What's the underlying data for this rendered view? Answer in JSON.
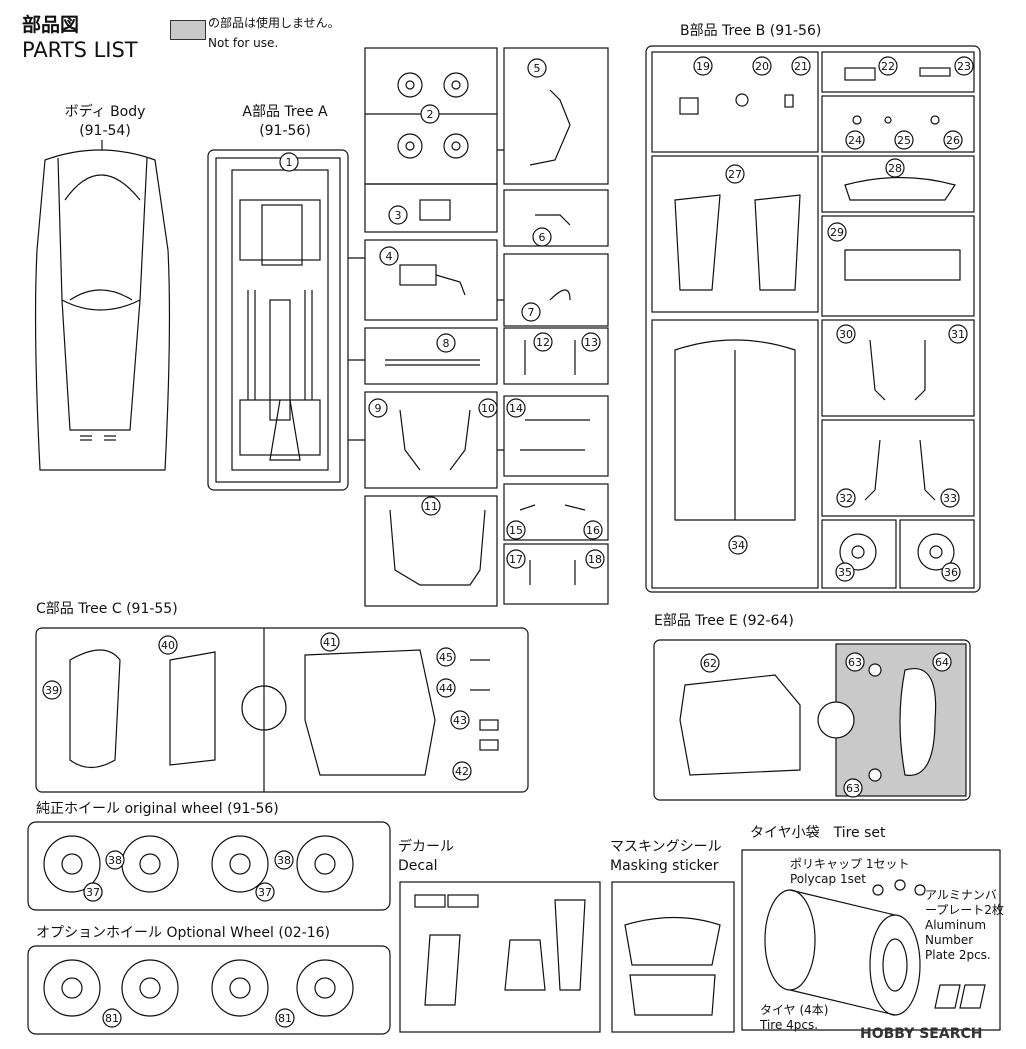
{
  "header": {
    "title_jp": "部品図",
    "title_en": "PARTS LIST",
    "legend_jp": "の部品は使用しません。",
    "legend_en": "Not for use."
  },
  "sections": {
    "body": {
      "name": "ボディ Body",
      "code": "(91-54)"
    },
    "tree_a": {
      "name": "A部品 Tree A",
      "code": "(91-56)"
    },
    "tree_b": {
      "name": "B部品 Tree B (91-56)"
    },
    "tree_c": {
      "name": "C部品 Tree C (91-55)"
    },
    "tree_e": {
      "name": "E部品 Tree E (92-64)"
    },
    "original_wheel": {
      "name": "純正ホイール original wheel (91-56)"
    },
    "optional_wheel": {
      "name": "オプションホイール Optional Wheel (02-16)"
    },
    "decal": {
      "name_jp": "デカール",
      "name_en": "Decal"
    },
    "masking": {
      "name_jp": "マスキングシール",
      "name_en": "Masking sticker"
    },
    "tire_set": {
      "name": "タイヤ小袋　Tire set",
      "polycap_jp": "ポリキャップ 1セット",
      "polycap_en": "Polycap 1set",
      "plate_jp": "アルミナンバープレート2枚",
      "plate_en": "Aluminum Number Plate 2pcs.",
      "tire_jp": "タイヤ (4本)",
      "tire_en": "Tire 4pcs."
    }
  },
  "part_numbers": {
    "a": [
      "1",
      "2",
      "3",
      "4",
      "5",
      "6",
      "7",
      "8",
      "9",
      "10",
      "11",
      "12",
      "13",
      "14",
      "15",
      "16",
      "17",
      "18"
    ],
    "b": [
      "19",
      "20",
      "21",
      "22",
      "23",
      "24",
      "25",
      "26",
      "27",
      "28",
      "29",
      "30",
      "31",
      "32",
      "33",
      "34",
      "35",
      "36"
    ],
    "c": [
      "39",
      "40",
      "41",
      "42",
      "43",
      "44",
      "45"
    ],
    "e": [
      "62",
      "63",
      "64",
      "63"
    ],
    "wheels": [
      "37",
      "38",
      "37",
      "38",
      "37",
      "81",
      "81"
    ]
  },
  "watermark": "HOBBY SEARCH",
  "colors": {
    "not_for_use": "#c9c9c9",
    "line": "#111111"
  }
}
